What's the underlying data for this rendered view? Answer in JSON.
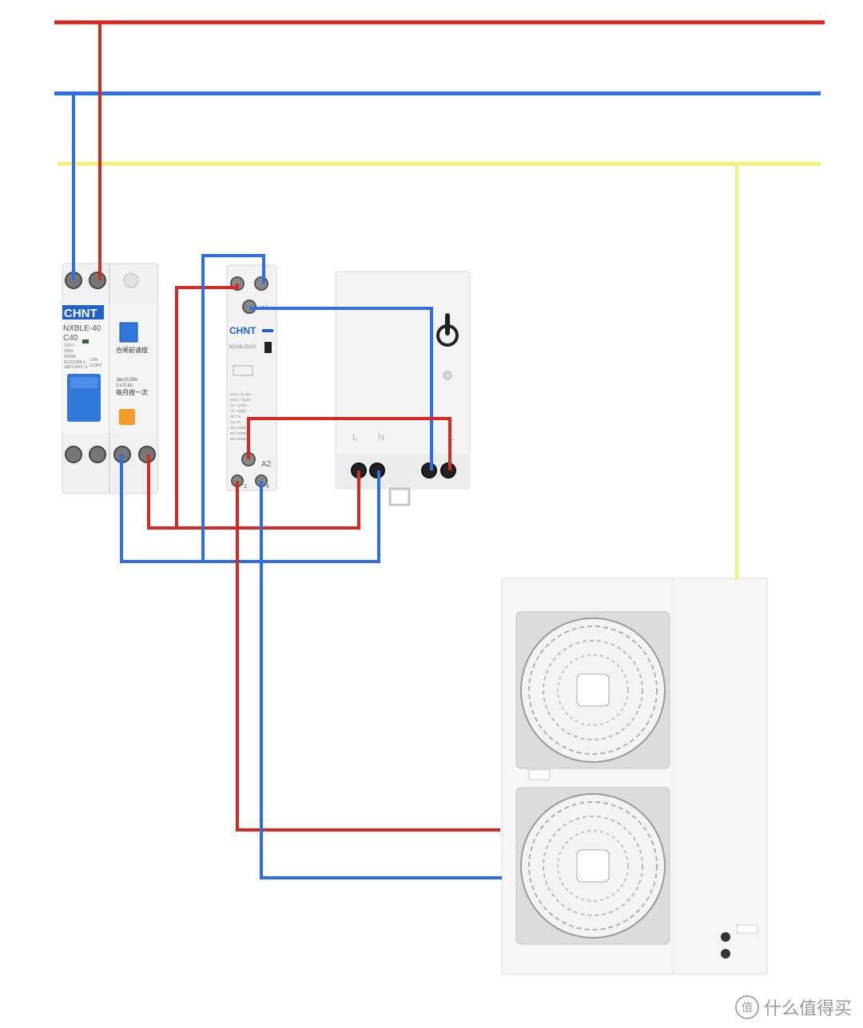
{
  "colors": {
    "live": "#d42a22",
    "neutral": "#2f6fe0",
    "earth": "#f5f07a",
    "device_body": "#f1f1f1",
    "device_edge": "#d7d7d7",
    "brand_blue": "#1f62c9",
    "handle_blue": "#2f77d9",
    "test_orange": "#f39a2a"
  },
  "breaker": {
    "brand": "CHNT",
    "model": "NXBLE-40",
    "rating": "C40",
    "specs": [
      "230V~",
      "50Hz",
      "4500A",
      "IEC61009-1",
      "GB/T16917.1"
    ],
    "on_off": [
      "I ON",
      "O OFF"
    ],
    "reset_note": "合闸前请按",
    "leak_spec": [
      "I∆n 0.03A",
      "t ≤ 0.1s"
    ],
    "monthly_note": "每月按一次"
  },
  "contactor": {
    "brand": "CHNT",
    "model": "NCH8-25/20",
    "specs": [
      "Ie(AC-1)  25A",
      "Ie(AC-7a) 8A",
      "Ue  ~  230V",
      "Ui  ~  500V",
      "AC-7a",
      "AC-7b",
      "GB 17885",
      "IEC 61095",
      "EN 61095"
    ],
    "terminal_a2": "A2",
    "terminal_a1": "A1",
    "bottom_terminals": [
      "2",
      "4"
    ]
  },
  "smart_switch": {
    "terminals": [
      "L",
      "N",
      "",
      "L"
    ]
  },
  "watermark": {
    "logo": "值",
    "text": "什么值得买"
  }
}
